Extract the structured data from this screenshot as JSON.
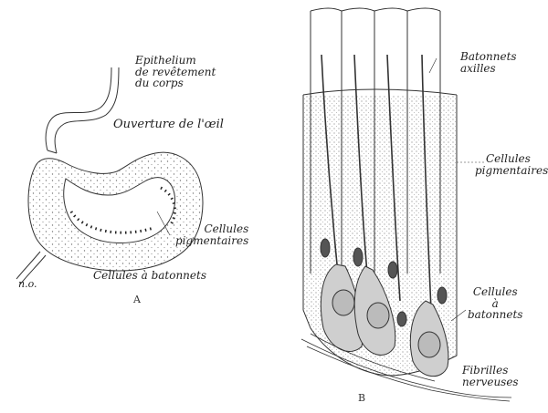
{
  "panel_a": {
    "letter": "A",
    "labels": {
      "epithelium": [
        "Epithelium",
        "de revêtement",
        "du corps"
      ],
      "opening": "Ouverture de l'œil",
      "pigment": [
        "Cellules",
        "pigmentaires"
      ],
      "rod_cells": "Cellules à batonnets",
      "nerve": "n.o."
    }
  },
  "panel_b": {
    "letter": "B",
    "labels": {
      "axial_rods": [
        "Batonnets",
        "axilles"
      ],
      "pigment": [
        "Cellules",
        "pigmentaires"
      ],
      "rod_cells": [
        "Cellules",
        "à",
        "batonnets"
      ],
      "nerve_fibrils": [
        "Fibrilles",
        "nerveuses"
      ]
    }
  },
  "colors": {
    "ink": "#222222",
    "stipple": "#555555",
    "cell_fill": "#cfcfcf",
    "nucleus": "#777777"
  }
}
